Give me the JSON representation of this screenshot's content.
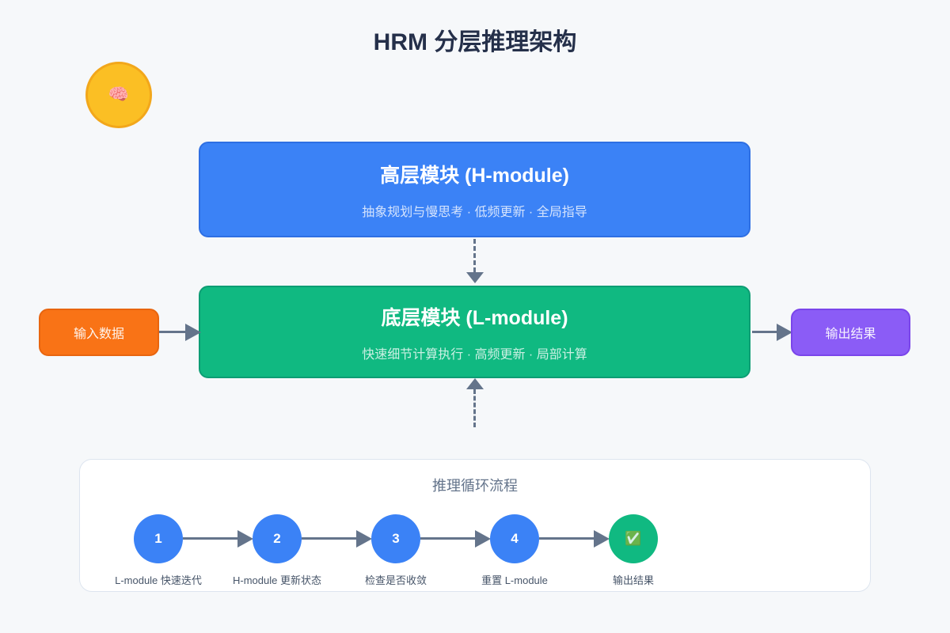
{
  "page": {
    "title": "HRM 分层推理架构"
  },
  "badge": {
    "icon": "🧠"
  },
  "colors": {
    "background": "#f6f8fa",
    "h_module": "#3b82f6",
    "l_module": "#10b981",
    "input": "#f97316",
    "output": "#8b5cf6",
    "badge": "#fbbf24",
    "connector": "#64748b",
    "panel_border": "#dde5ef"
  },
  "h_module": {
    "title": "高层模块 (H-module)",
    "subtitle": "抽象规划与慢思考 · 低频更新 · 全局指导"
  },
  "l_module": {
    "title": "底层模块 (L-module)",
    "subtitle": "快速细节计算执行 · 高频更新 · 局部计算"
  },
  "input": {
    "label": "输入数据"
  },
  "output": {
    "label": "输出结果"
  },
  "flow": {
    "title": "推理循环流程",
    "steps": [
      {
        "num": "1",
        "label": "L-module 快速迭代"
      },
      {
        "num": "2",
        "label": "H-module 更新状态"
      },
      {
        "num": "3",
        "label": "检查是否收敛"
      },
      {
        "num": "4",
        "label": "重置 L-module"
      },
      {
        "num": "✅",
        "label": "输出结果"
      }
    ]
  }
}
